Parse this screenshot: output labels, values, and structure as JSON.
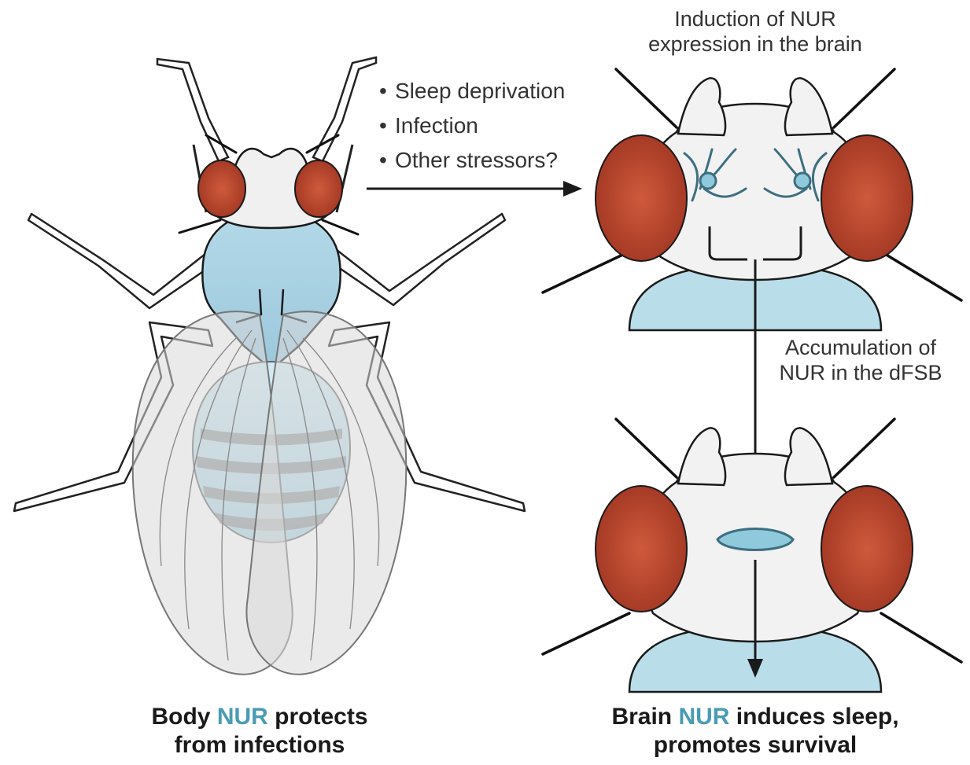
{
  "stressors": {
    "items": [
      "Sleep deprivation",
      "Infection",
      "Other stressors?"
    ]
  },
  "induction_label": {
    "line1": "Induction of NUR",
    "line2": "expression in the brain"
  },
  "accumulation_label": {
    "line1": "Accumulation of",
    "line2": "NUR in the dFSB"
  },
  "left_caption": {
    "line1_pre": "Body ",
    "line1_hl": "NUR",
    "line1_post": " protects",
    "line2": "from infections"
  },
  "right_caption": {
    "line1_pre": "Brain ",
    "line1_hl": "NUR",
    "line1_post": " induces sleep,",
    "line2": "promotes survival"
  },
  "colors": {
    "eye": "#b8432a",
    "thorax": "#a9d3e4",
    "nur_highlight": "#4a9bb5",
    "wing": "#d9d9d9",
    "outline": "#1a1a1a"
  }
}
